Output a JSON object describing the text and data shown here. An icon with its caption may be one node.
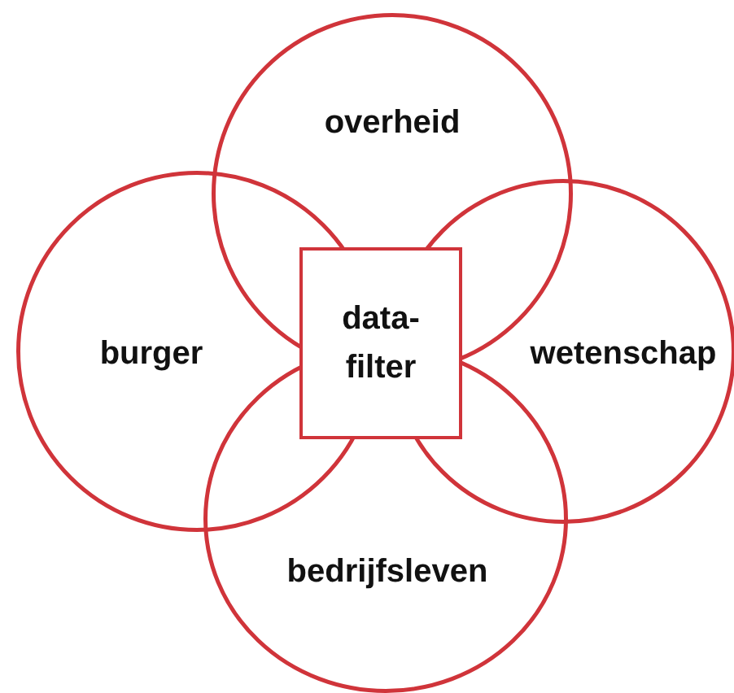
{
  "diagram": {
    "nodes": [
      {
        "text": [
          "overheid"
        ]
      },
      {
        "text": [
          "burger"
        ]
      },
      {
        "text": [
          "data-filter"
        ]
      },
      {
        "text": [
          "wetenschap"
        ]
      },
      {
        "text": [
          "bedrijfsleven"
        ]
      }
    ]
  }
}
